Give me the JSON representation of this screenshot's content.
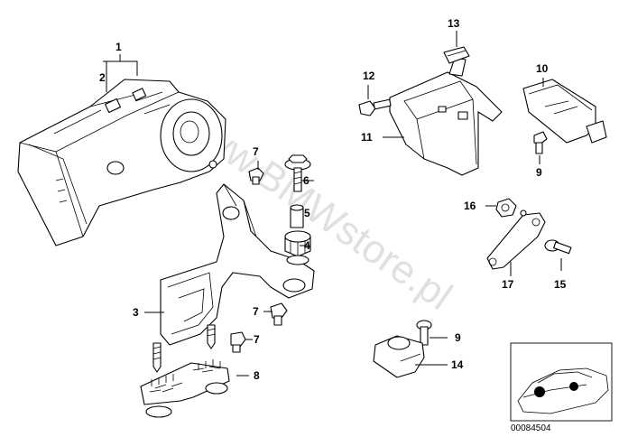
{
  "watermark": "www.BMWstore.pl",
  "diagram_code": "00084504",
  "labels": {
    "l1": "1",
    "l2": "2",
    "l3": "3",
    "l4": "4",
    "l5": "5",
    "l6": "6",
    "l7a": "7",
    "l7b": "7",
    "l7c": "7",
    "l8": "8",
    "l9a": "9",
    "l9b": "9",
    "l10": "10",
    "l11": "11",
    "l12": "12",
    "l13": "13",
    "l14": "14",
    "l15": "15",
    "l16": "16",
    "l17": "17"
  }
}
